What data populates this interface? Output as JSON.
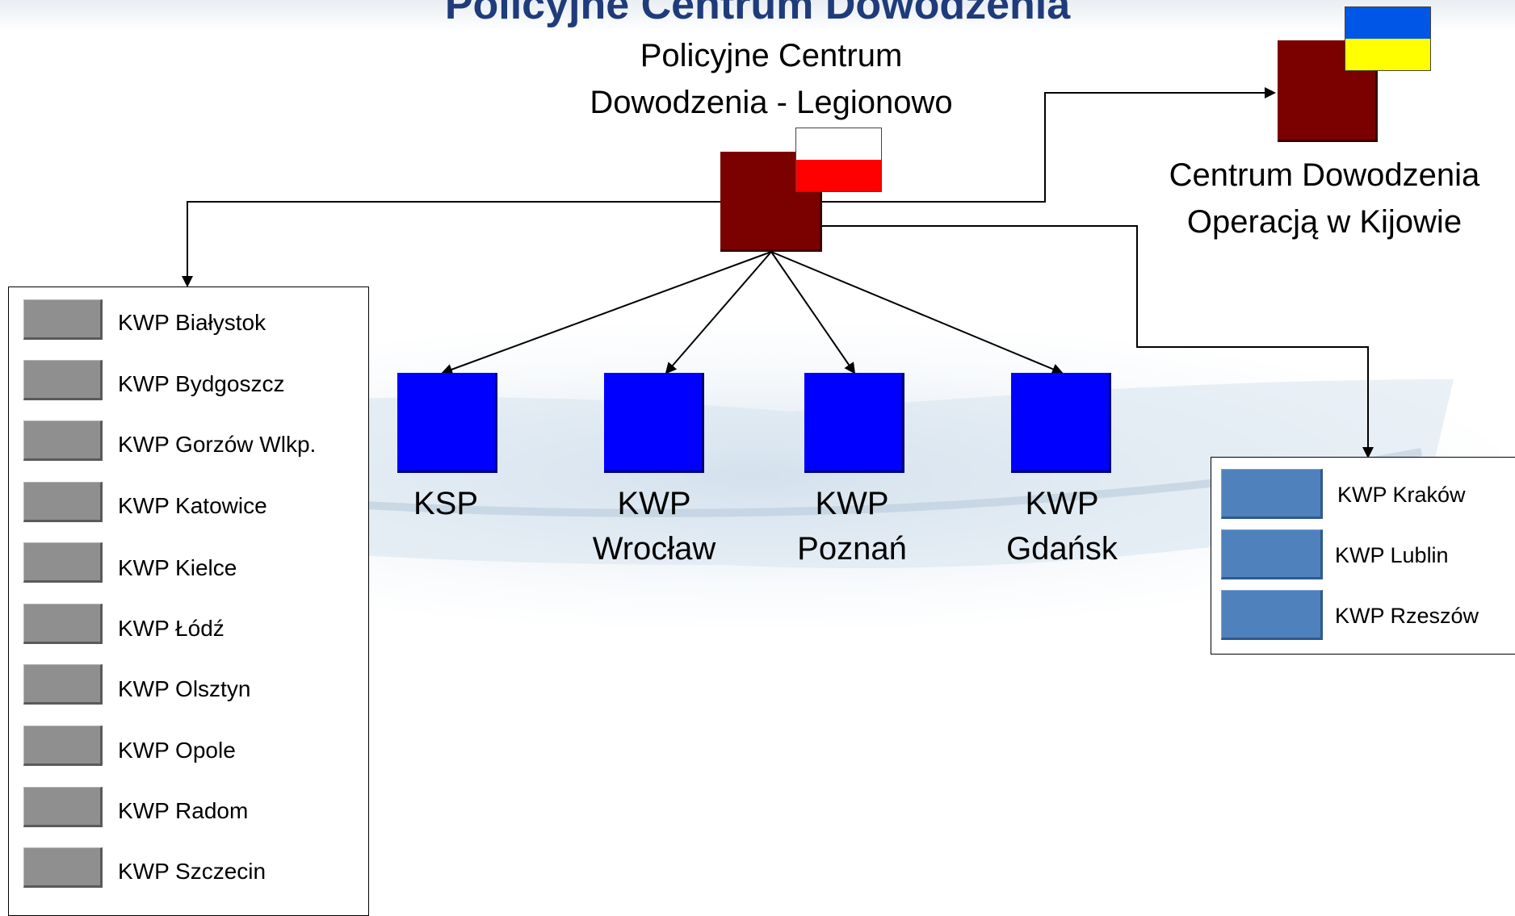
{
  "title": "Policyjne Centrum Dowodzenia",
  "hub": {
    "label_line1": "Policyjne Centrum",
    "label_line2": "Dowodzenia - Legionowo",
    "color": "#7b0000",
    "flag_colors": [
      "#ffffff",
      "#ff0000"
    ]
  },
  "kyiv": {
    "label_line1": "Centrum Dowodzenia",
    "label_line2": "Operacją w Kijowie",
    "color": "#7b0000",
    "flag_colors": [
      "#0057e7",
      "#ffff00"
    ]
  },
  "main_units": [
    {
      "line1": "KSP",
      "line2": ""
    },
    {
      "line1": "KWP",
      "line2": "Wrocław"
    },
    {
      "line1": "KWP",
      "line2": "Poznań"
    },
    {
      "line1": "KWP",
      "line2": "Gdańsk"
    }
  ],
  "left_units": [
    "KWP Białystok",
    "KWP Bydgoszcz",
    "KWP Gorzów Wlkp.",
    "KWP Katowice",
    "KWP Kielce",
    "KWP Łódź",
    "KWP Olsztyn",
    "KWP Opole",
    "KWP Radom",
    "KWP Szczecin"
  ],
  "right_units": [
    "KWP Kraków",
    "KWP Lublin",
    "KWP Rzeszów"
  ],
  "colors": {
    "title": "#1f3b7a",
    "main_unit": "#0000ff",
    "left_chip": "#8f8f8f",
    "right_chip": "#4f81bd"
  }
}
